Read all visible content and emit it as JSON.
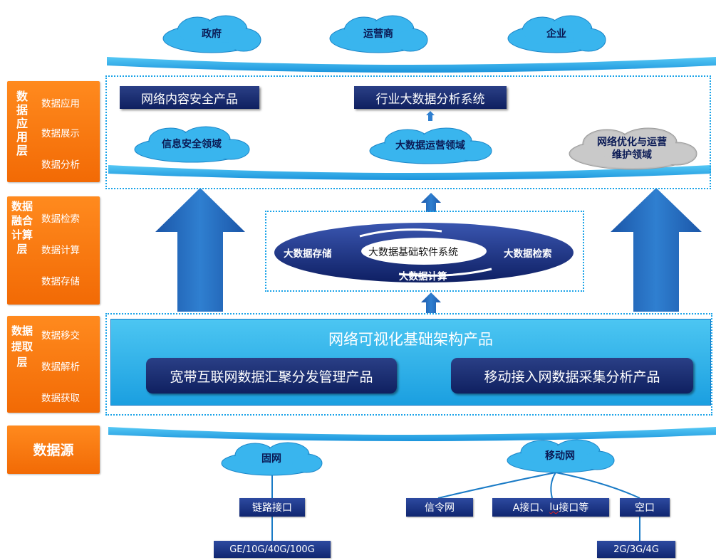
{
  "top_clouds": [
    "政府",
    "运营商",
    "企业"
  ],
  "layers": {
    "application": {
      "title": "数据应用层",
      "items": [
        "数据应用",
        "数据展示",
        "数据分析"
      ]
    },
    "fusion": {
      "title": "数据融合计算层",
      "items": [
        "数据检索",
        "数据计算",
        "数据存储"
      ]
    },
    "extraction": {
      "title": "数据提取层",
      "items": [
        "数据移交",
        "数据解析",
        "数据获取"
      ]
    },
    "source": {
      "title": "数据源"
    }
  },
  "app_layer": {
    "products": [
      "网络内容安全产品",
      "行业大数据分析系统"
    ],
    "clouds": [
      "信息安全领域",
      "大数据运营领域"
    ],
    "gray_cloud": {
      "line1": "网络优化与运营",
      "line2": "维护领域"
    }
  },
  "fusion_layer": {
    "center": "大数据基础软件系统",
    "left": "大数据存储",
    "right": "大数据检索",
    "bottom": "大数据计算"
  },
  "extraction_layer": {
    "title": "网络可视化基础架构产品",
    "products": [
      "宽带互联网数据汇聚分发管理产品",
      "移动接入网数据采集分析产品"
    ]
  },
  "source_layer": {
    "fixed": {
      "cloud": "固网",
      "interface": "链路接口",
      "speeds": "GE/10G/40G/100G"
    },
    "mobile": {
      "cloud": "移动网",
      "signaling": "信令网",
      "a_iu_prefix": "A接口、",
      "a_iu_marked": "Iu",
      "a_iu_suffix": "接口等",
      "air": "空口",
      "gens": "2G/3G/4G"
    }
  },
  "colors": {
    "orange": "#f57a10",
    "navy": "#142a6e",
    "cyan": "#29aee8",
    "arrow": "#1e5fb0"
  }
}
